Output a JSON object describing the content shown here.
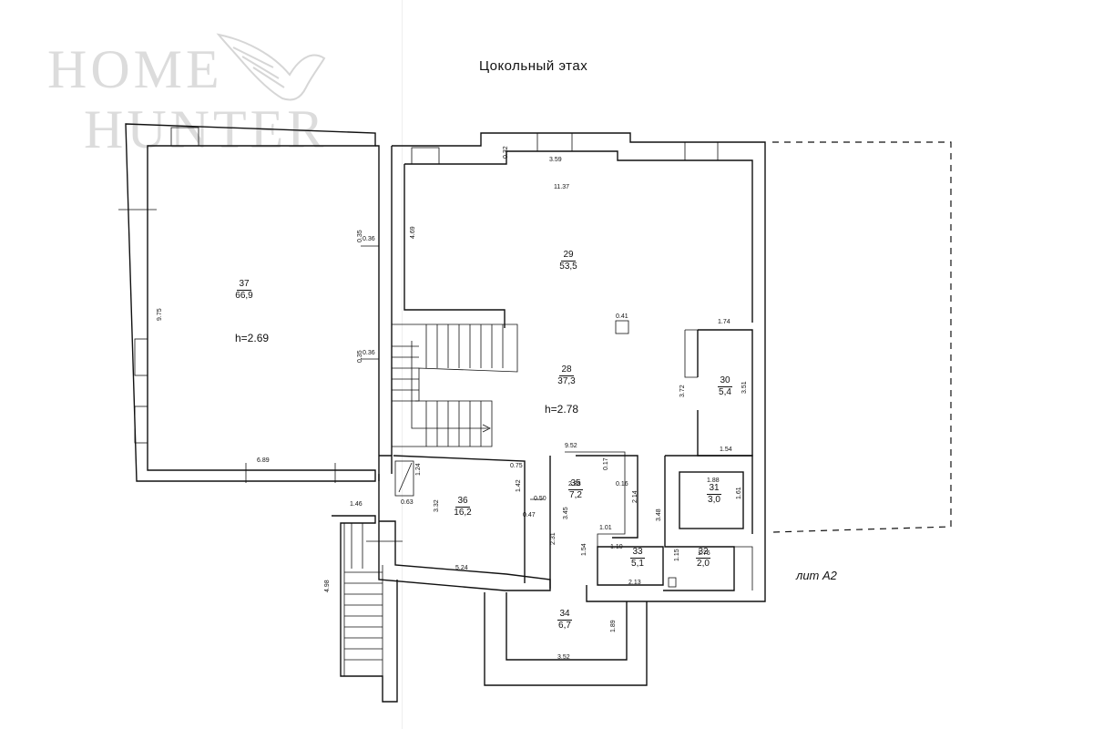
{
  "watermark": {
    "line1": "HOME",
    "line2": "HUNTER"
  },
  "title": "Цокольный этах",
  "lit_label": "лит А2",
  "rooms": [
    {
      "num": "37",
      "area": "66,9",
      "height": "h=2.69"
    },
    {
      "num": "29",
      "area": "53,5"
    },
    {
      "num": "28",
      "area": "37,3",
      "height": "h=2.78"
    },
    {
      "num": "30",
      "area": "5,4"
    },
    {
      "num": "31",
      "area": "3,0"
    },
    {
      "num": "36",
      "area": "16,2"
    },
    {
      "num": "35",
      "area": "7,2"
    },
    {
      "num": "33",
      "area": "5,1"
    },
    {
      "num": "32",
      "area": "2,0"
    },
    {
      "num": "34",
      "area": "6,7"
    }
  ],
  "dims": [
    "3.59",
    "0.32",
    "11.37",
    "4.69",
    "0.41",
    "1.74",
    "3.51",
    "3.72",
    "1.54",
    "9.52",
    "0.36",
    "0.35",
    "0.36",
    "0.35",
    "9.75",
    "6.89",
    "1.46",
    "4.98",
    "0.63",
    "1.24",
    "3.32",
    "5.24",
    "2.31",
    "1.42",
    "0.75",
    "0.50",
    "0.47",
    "0.17",
    "0.16",
    "2.88",
    "3.45",
    "2.14",
    "1.01",
    "1.10",
    "1.54",
    "2.13",
    "1.88",
    "1.61",
    "3.48",
    "1.76",
    "1.15",
    "1.89",
    "3.52"
  ]
}
